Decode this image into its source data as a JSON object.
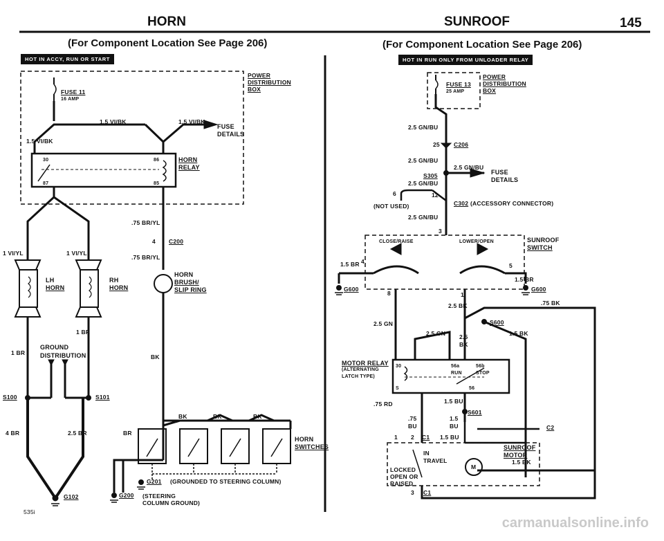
{
  "header": {
    "left_title": "HORN",
    "right_title": "SUNROOF",
    "page_number": "145",
    "left_subtitle": "(For Component Location See Page 206)",
    "right_subtitle": "(For Component Location See Page 206)"
  },
  "horn": {
    "badge": "HOT IN ACCY, RUN OR START",
    "power_box": [
      "POWER",
      "DISTRIBUTION",
      "BOX"
    ],
    "fuse": "FUSE 11",
    "fuse_amp": "16 AMP",
    "wire_vi_bk_1": "1.5 VI/BK",
    "wire_vi_bk_2": "1.5 VI/BK",
    "wire_vi_bk_3": "1.5 VI/BK",
    "fuse_details": [
      "FUSE",
      "DETAILS"
    ],
    "relay_pin_30": "30",
    "relay_pin_86": "86",
    "relay_pin_87": "87",
    "relay_pin_85": "85",
    "horn_relay": [
      "HORN",
      "RELAY"
    ],
    "wire_br_yl_1": ".75 BR/YL",
    "c200_pin": "4",
    "c200": "C200",
    "wire_br_yl_2": ".75 BR/YL",
    "wire_vi_yl_1": "1 VI/YL",
    "wire_vi_yl_2": "1 VI/YL",
    "lh_horn": [
      "LH",
      "HORN"
    ],
    "rh_horn": [
      "RH",
      "HORN"
    ],
    "brush": [
      "HORN",
      "BRUSH/",
      "SLIP RING"
    ],
    "wire_br_1": "1 BR",
    "wire_br_2": "1 BR",
    "ground_dist": [
      "GROUND",
      "DISTRIBUTION"
    ],
    "wire_bk": "BK",
    "s100": "S100",
    "s101": "S101",
    "wire_br_4": "4 BR",
    "wire_br_25": "2.5 BR",
    "wire_br": "BR",
    "bk_1": "BK",
    "bk_2": "BK",
    "bk_3": "BK",
    "horn_switches": [
      "HORN",
      "SWITCHES"
    ],
    "g201": "G201",
    "g201_note": "(GROUNDED TO STEERING COLUMN)",
    "g200": "G200",
    "g200_note": [
      "(STEERING",
      "COLUMN GROUND)"
    ],
    "g102": "G102",
    "model": "535i"
  },
  "sunroof": {
    "badge": "HOT IN RUN ONLY FROM UNLOADER RELAY",
    "fuse": "FUSE 13",
    "fuse_amp": "25 AMP",
    "power_box": [
      "POWER",
      "DISTRIBUTION",
      "BOX"
    ],
    "wire_gn_bu_1": "2.5 GN/BU",
    "c206_pin": "25",
    "c206": "C206",
    "wire_gn_bu_2": "2.5 GN/BU",
    "wire_gn_bu_3": "2.5 GN/BU",
    "s305": "S305",
    "wire_gn_bu_4": "2.5 GN/BU",
    "fuse_details": [
      "FUSE",
      "DETAILS"
    ],
    "c302_pin_6": "6",
    "c302_pin_12": "12",
    "not_used": "(NOT USED)",
    "c302": "C302",
    "c302_note": "(ACCESSORY CONNECTOR)",
    "wire_gn_bu_5": "2.5 GN/BU",
    "switch_pin_3": "3",
    "close_raise": "CLOSE/RAISE",
    "lower_open": "LOWER/OPEN",
    "sunroof_switch": [
      "SUNROOF",
      "SWITCH"
    ],
    "wire_br_15_left": "1.5 BR",
    "pin_4": "4",
    "pin_5": "5",
    "wire_br_15_right": "1.5 BR",
    "g600_left": "G600",
    "g600_right": "G600",
    "pin_8": "8",
    "pin_1": "1",
    "wire_bk_75": ".75 BK",
    "wire_bk_25": "2.5 BK",
    "wire_gn_25_a": "2.5 GN",
    "wire_gn_25_b": "2.5 GN",
    "s600": "S600",
    "wire_bk_15": "1.5 BK",
    "wire_bk_25_b": [
      "2.5",
      "BK"
    ],
    "motor_relay": [
      "MOTOR RELAY",
      "(ALTERNATING",
      "LATCH TYPE)"
    ],
    "relay_30": "30",
    "relay_56a": "56a",
    "relay_56b": "56b",
    "relay_run": "RUN",
    "relay_stop": "STOP",
    "relay_s": "S",
    "relay_56": "56",
    "wire_bu_15": "1.5 BU",
    "wire_rd_75": ".75 RD",
    "s601": "S601",
    "wire_bu_75": [
      ".75",
      "BU"
    ],
    "wire_bu_15_b": [
      "1.5",
      "BU"
    ],
    "c2": "C2",
    "c1_pin_1": "1",
    "c1_pin_2": "2",
    "c1_a": "C1",
    "wire_bu_15_c": "1.5 BU",
    "in_travel": [
      "IN",
      "TRAVEL"
    ],
    "locked": [
      "LOCKED",
      "OPEN OR",
      "RAISED"
    ],
    "motor_m": "M",
    "sunroof_motor": [
      "SUNROOF",
      "MOTOR"
    ],
    "wire_bk_15_b": "1.5 BK",
    "c1_pin_3": "3",
    "c1_b": "C1"
  },
  "watermark": "carmanualsonline.info"
}
